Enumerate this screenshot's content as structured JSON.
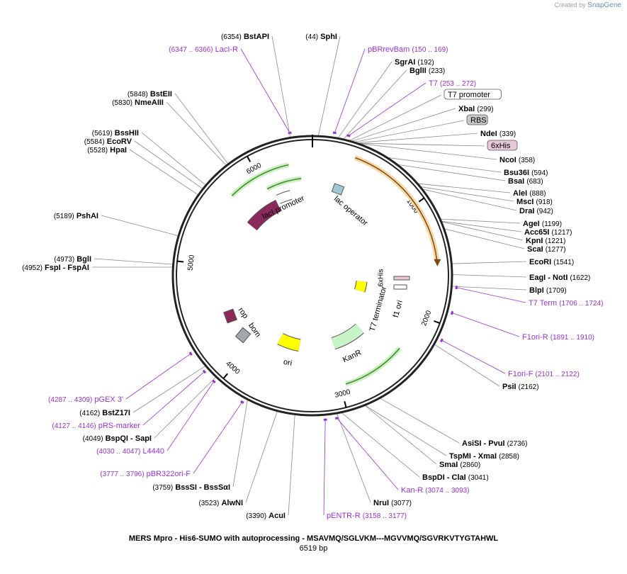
{
  "credit": {
    "prefix": "Created by",
    "brand": "SnapGene"
  },
  "plasmid": {
    "name": "MERS Mpro - His6-SUMO with autoprocessing - MSAVMQ/SGLVKM---MGVVMQ/SGVRKVTYGTAHWL",
    "size_label": "6519 bp",
    "length": 6519,
    "tick_labels": [
      "1000",
      "2000",
      "3000",
      "4000",
      "5000",
      "6000"
    ]
  },
  "sites": [
    {
      "id": "sphi",
      "name": "SphI",
      "pos": "(44)",
      "kind": "enzyme",
      "color": "#000000"
    },
    {
      "id": "pbrrevbam",
      "name": "pBRrevBam",
      "pos": "(150 .. 169)",
      "kind": "primer",
      "color": "#9b30d9"
    },
    {
      "id": "sgrai",
      "name": "SgrAI",
      "pos": "(192)",
      "kind": "enzyme",
      "color": "#000000"
    },
    {
      "id": "bglii",
      "name": "BglII",
      "pos": "(233)",
      "kind": "enzyme",
      "color": "#000000"
    },
    {
      "id": "t7",
      "name": "T7",
      "pos": "(253 .. 272)",
      "kind": "primer",
      "color": "#9b30d9"
    },
    {
      "id": "t7promoter",
      "name": "T7 promoter",
      "pos": "",
      "kind": "box",
      "color": "#ffffff"
    },
    {
      "id": "xbai",
      "name": "XbaI",
      "pos": "(299)",
      "kind": "enzyme",
      "color": "#000000"
    },
    {
      "id": "rbs",
      "name": "RBS",
      "pos": "",
      "kind": "box",
      "color": "#c8c8c8"
    },
    {
      "id": "ndei",
      "name": "NdeI",
      "pos": "(339)",
      "kind": "enzyme",
      "color": "#000000"
    },
    {
      "id": "his6",
      "name": "6xHis",
      "pos": "",
      "kind": "box",
      "color": "#e8c8d8"
    },
    {
      "id": "ncoi",
      "name": "NcoI",
      "pos": "(358)",
      "kind": "enzyme",
      "color": "#000000"
    },
    {
      "id": "bsu36i",
      "name": "Bsu36I",
      "pos": "(594)",
      "kind": "enzyme",
      "color": "#000000"
    },
    {
      "id": "bsai",
      "name": "BsaI",
      "pos": "(683)",
      "kind": "enzyme",
      "color": "#000000"
    },
    {
      "id": "alei",
      "name": "AleI",
      "pos": "(888)",
      "kind": "enzyme",
      "color": "#000000"
    },
    {
      "id": "msci",
      "name": "MscI",
      "pos": "(918)",
      "kind": "enzyme",
      "color": "#000000"
    },
    {
      "id": "drai",
      "name": "DraI",
      "pos": "(942)",
      "kind": "enzyme",
      "color": "#000000"
    },
    {
      "id": "agei",
      "name": "AgeI",
      "pos": "(1199)",
      "kind": "enzyme",
      "color": "#000000"
    },
    {
      "id": "acc65i",
      "name": "Acc65I",
      "pos": "(1217)",
      "kind": "enzyme",
      "color": "#000000"
    },
    {
      "id": "kpni",
      "name": "KpnI",
      "pos": "(1221)",
      "kind": "enzyme",
      "color": "#000000"
    },
    {
      "id": "scai",
      "name": "ScaI",
      "pos": "(1277)",
      "kind": "enzyme",
      "color": "#000000"
    },
    {
      "id": "ecori",
      "name": "EcoRI",
      "pos": "(1541)",
      "kind": "enzyme",
      "color": "#000000"
    },
    {
      "id": "eagi",
      "name": "EagI  - NotI",
      "pos": "(1622)",
      "kind": "enzyme",
      "color": "#000000"
    },
    {
      "id": "blpi",
      "name": "BlpI",
      "pos": "(1709)",
      "kind": "enzyme",
      "color": "#000000"
    },
    {
      "id": "t7term",
      "name": "T7 Term",
      "pos": "(1706 .. 1724)",
      "kind": "primer",
      "color": "#9b30d9"
    },
    {
      "id": "f1orir",
      "name": "F1ori-R",
      "pos": "(1891 .. 1910)",
      "kind": "primer",
      "color": "#9b30d9"
    },
    {
      "id": "f1orif",
      "name": "F1ori-F",
      "pos": "(2101 .. 2122)",
      "kind": "primer",
      "color": "#9b30d9"
    },
    {
      "id": "psii",
      "name": "PsiI",
      "pos": "(2162)",
      "kind": "enzyme",
      "color": "#000000"
    },
    {
      "id": "asisi",
      "name": "AsiSI  - PvuI",
      "pos": "(2736)",
      "kind": "enzyme",
      "color": "#000000"
    },
    {
      "id": "tspmi",
      "name": "TspMI  - XmaI",
      "pos": "(2858)",
      "kind": "enzyme",
      "color": "#000000"
    },
    {
      "id": "smai",
      "name": "SmaI",
      "pos": "(2860)",
      "kind": "enzyme",
      "color": "#000000"
    },
    {
      "id": "bspdi",
      "name": "BspDI  - ClaI",
      "pos": "(3041)",
      "kind": "enzyme",
      "color": "#000000"
    },
    {
      "id": "kanr_p",
      "name": "Kan-R",
      "pos": "(3074 .. 3093)",
      "kind": "primer",
      "color": "#9b30d9"
    },
    {
      "id": "nrui",
      "name": "NruI",
      "pos": "(3077)",
      "kind": "enzyme",
      "color": "#000000"
    },
    {
      "id": "pentrr",
      "name": "pENTR-R",
      "pos": "(3158 .. 3177)",
      "kind": "primer",
      "color": "#9b30d9"
    },
    {
      "id": "acui",
      "name": "AcuI",
      "pos": "(3390)",
      "kind": "enzyme",
      "color": "#000000"
    },
    {
      "id": "alwni",
      "name": "AlwNI",
      "pos": "(3523)",
      "kind": "enzyme",
      "color": "#000000"
    },
    {
      "id": "bsssi",
      "name": "BssSI  - BssSαI",
      "pos": "(3759)",
      "kind": "enzyme",
      "color": "#000000"
    },
    {
      "id": "pbr322",
      "name": "pBR322ori-F",
      "pos": "(3777 .. 3796)",
      "kind": "primer",
      "color": "#9b30d9"
    },
    {
      "id": "l4440",
      "name": "L4440",
      "pos": "(4030 .. 4047)",
      "kind": "primer",
      "color": "#9b30d9"
    },
    {
      "id": "bspqi",
      "name": "BspQI  - SapI",
      "pos": "(4049)",
      "kind": "enzyme",
      "color": "#000000"
    },
    {
      "id": "prsmarker",
      "name": "pRS-marker",
      "pos": "(4127 .. 4146)",
      "kind": "primer",
      "color": "#9b30d9"
    },
    {
      "id": "bstz17i",
      "name": "BstZ17I",
      "pos": "(4162)",
      "kind": "enzyme",
      "color": "#000000"
    },
    {
      "id": "pgex3",
      "name": "pGEX 3'",
      "pos": "(4287 .. 4309)",
      "kind": "primer",
      "color": "#9b30d9"
    },
    {
      "id": "fspi",
      "name": "FspI  - FspAI",
      "pos": "(4952)",
      "kind": "enzyme",
      "color": "#000000"
    },
    {
      "id": "bgli",
      "name": "BglI",
      "pos": "(4973)",
      "kind": "enzyme",
      "color": "#000000"
    },
    {
      "id": "pshai",
      "name": "PshAI",
      "pos": "(5189)",
      "kind": "enzyme",
      "color": "#000000"
    },
    {
      "id": "hpai",
      "name": "HpaI",
      "pos": "(5528)",
      "kind": "enzyme",
      "color": "#000000"
    },
    {
      "id": "ecorv",
      "name": "EcoRV",
      "pos": "(5584)",
      "kind": "enzyme",
      "color": "#000000"
    },
    {
      "id": "bsshii",
      "name": "BssHII",
      "pos": "(5619)",
      "kind": "enzyme",
      "color": "#000000"
    },
    {
      "id": "nmeaiii",
      "name": "NmeAIII",
      "pos": "(5830)",
      "kind": "enzyme",
      "color": "#000000"
    },
    {
      "id": "bsteii",
      "name": "BstEII",
      "pos": "(5848)",
      "kind": "enzyme",
      "color": "#000000"
    },
    {
      "id": "laci_p",
      "name": "LacI-R",
      "pos": "(6347 .. 6366)",
      "kind": "primer",
      "color": "#9b30d9"
    },
    {
      "id": "bstapi",
      "name": "BstAPI",
      "pos": "(6354)",
      "kind": "enzyme",
      "color": "#000000"
    }
  ],
  "features": [
    {
      "id": "laci",
      "name": "lacI",
      "color": "#8b2a5a"
    },
    {
      "id": "lacipromoter",
      "name": "lacI promoter",
      "color": "#ffffff"
    },
    {
      "id": "lacoperator",
      "name": "lac operator",
      "color": "#a0c8d8"
    },
    {
      "id": "his6_inner",
      "name": "6xHis",
      "color": "#e8c8d8"
    },
    {
      "id": "t7terminator",
      "name": "T7 terminator",
      "color": "#ffffff"
    },
    {
      "id": "f1ori",
      "name": "f1 ori",
      "color": "#ffff00"
    },
    {
      "id": "kanr",
      "name": "KanR",
      "color": "#c8f5c8"
    },
    {
      "id": "ori",
      "name": "ori",
      "color": "#ffff00"
    },
    {
      "id": "rop",
      "name": "rop",
      "color": "#8b2a5a"
    },
    {
      "id": "bom",
      "name": "bom",
      "color": "#a0a8b0"
    }
  ],
  "colors": {
    "backbone": "#222222",
    "enzyme_line": "#8a8a8a",
    "primer": "#9b30d9",
    "insert": "#f0a040",
    "orf_arrow": "#3a8a2a"
  }
}
